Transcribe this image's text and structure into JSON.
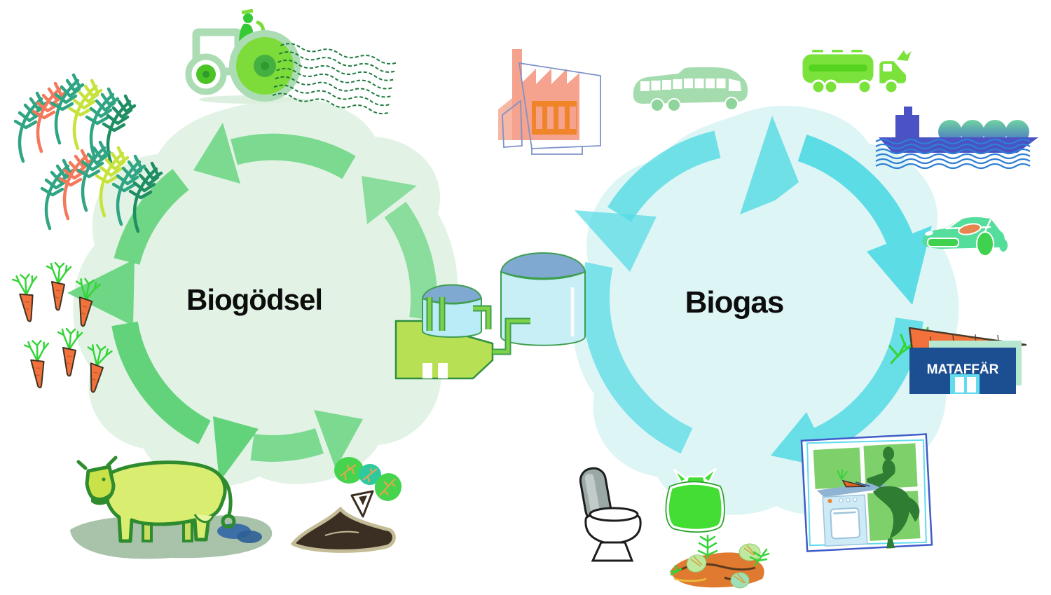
{
  "cycles": {
    "left": {
      "label": "Biogödsel",
      "blob_color": "#e2f3e5",
      "arrow_color": "#62d37a",
      "label_color": "#0d0d0d"
    },
    "right": {
      "label": "Biogas",
      "blob_color": "#def5f6",
      "arrow_color": "#54dbe4",
      "label_color": "#0d0d0d"
    }
  },
  "store": {
    "sign_label": "MATAFFÄR",
    "sign_bg": "#1b4f91",
    "sign_text_color": "#ffffff"
  },
  "icons": [
    "wheat-icon",
    "tractor-icon",
    "field-lines-icon",
    "carrots-icon",
    "cow-icon",
    "soil-pile-icon",
    "saplings-icon",
    "biogas-plant-icon",
    "factory-icon",
    "bus-icon",
    "tanker-truck-icon",
    "lng-ship-icon",
    "car-icon",
    "grocery-store-icon",
    "kitchen-scene-icon",
    "toilet-icon",
    "waste-bag-icon",
    "food-waste-icon"
  ],
  "palette": {
    "background": "#ffffff",
    "green_bright": "#7edc3a",
    "green_mid": "#35c935",
    "wheat_teal": "#2fa583",
    "wheat_red": "#f4795c",
    "wheat_yellow": "#c6e33c",
    "salmon": "#f5a28e",
    "factory_orange": "#f08428",
    "carrot_orange": "#f3723b",
    "ship_blue": "#4a52c4",
    "water_blue": "#2f7fd6",
    "tank_dome_blue": "#7fa9d0",
    "tank_body_cyan": "#c8eff5",
    "plant_building_green": "#b7e054",
    "pipe_green": "#5ecb20",
    "cyan_accent": "#62dced",
    "cow_body": "#d9ee71",
    "cow_outline": "#2e8b2e",
    "soil_dark": "#3b2f23",
    "mint_store": "#b5e8cf"
  }
}
